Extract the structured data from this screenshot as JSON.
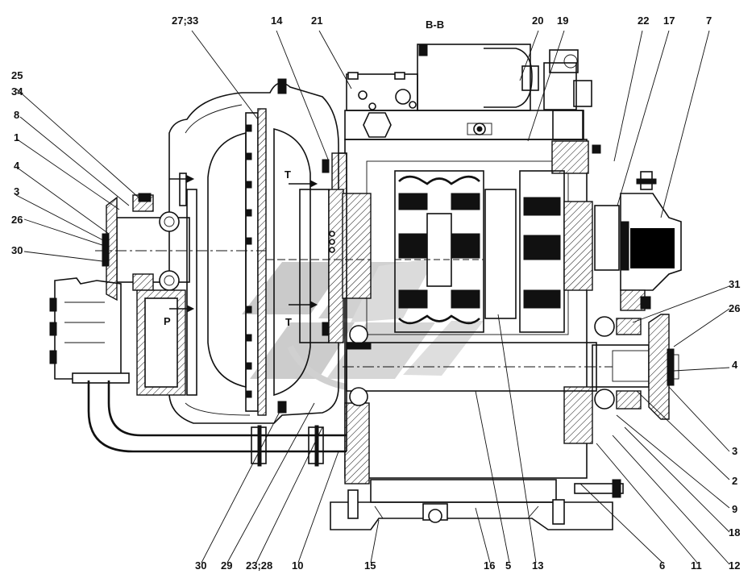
{
  "section": "B-B",
  "labels_top": [
    "27;33",
    "14",
    "21",
    "20",
    "19",
    "22",
    "17",
    "7"
  ],
  "labels_left": [
    "25",
    "34",
    "8",
    "1",
    "4",
    "3",
    "26",
    "30"
  ],
  "labels_right": [
    "31",
    "26",
    "4",
    "3",
    "2",
    "9",
    "18",
    "12"
  ],
  "labels_bottom": [
    "30",
    "29",
    "23;28",
    "10",
    "15",
    "16",
    "5",
    "13",
    "6",
    "11"
  ],
  "flow_marks": [
    "P",
    "T",
    "T"
  ],
  "watermark": "logo"
}
